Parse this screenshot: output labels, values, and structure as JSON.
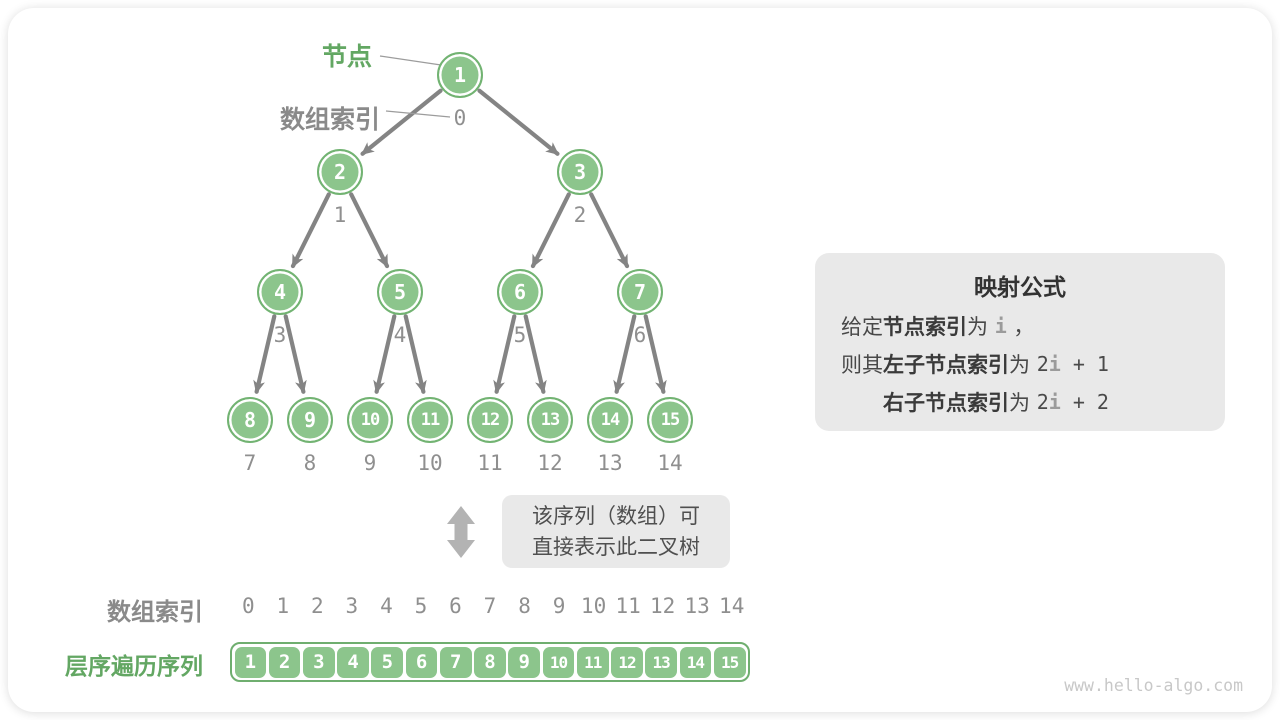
{
  "labels": {
    "node": "节点",
    "array_index": "数组索引",
    "bottom_array_index": "数组索引",
    "sequence": "层序遍历序列"
  },
  "tree": {
    "values": [
      1,
      2,
      3,
      4,
      5,
      6,
      7,
      8,
      9,
      10,
      11,
      12,
      13,
      14,
      15
    ],
    "indices": [
      0,
      1,
      2,
      3,
      4,
      5,
      6,
      7,
      8,
      9,
      10,
      11,
      12,
      13,
      14
    ]
  },
  "formula": {
    "title": "映射公式",
    "lines": [
      [
        {
          "t": "给定",
          "s": "n"
        },
        {
          "t": "节点索引",
          "s": "b"
        },
        {
          "t": "为 ",
          "s": "n"
        },
        {
          "t": "i",
          "s": "mg"
        },
        {
          "t": " ，",
          "s": "n"
        }
      ],
      [
        {
          "t": "则其",
          "s": "n"
        },
        {
          "t": "左子节点索引",
          "s": "b"
        },
        {
          "t": "为 ",
          "s": "n"
        },
        {
          "t": "2",
          "s": "md"
        },
        {
          "t": "i",
          "s": "mg"
        },
        {
          "t": " + 1",
          "s": "md"
        }
      ],
      [
        {
          "t": "右子节点索引",
          "s": "b"
        },
        {
          "t": "为 ",
          "s": "n"
        },
        {
          "t": "2",
          "s": "md"
        },
        {
          "t": "i",
          "s": "mg"
        },
        {
          "t": " + 2",
          "s": "md"
        }
      ]
    ]
  },
  "side_note": {
    "lines": [
      "该序列（数组）可",
      "直接表示此二叉树"
    ]
  },
  "bottom": {
    "indices": [
      0,
      1,
      2,
      3,
      4,
      5,
      6,
      7,
      8,
      9,
      10,
      11,
      12,
      13,
      14
    ],
    "values": [
      1,
      2,
      3,
      4,
      5,
      6,
      7,
      8,
      9,
      10,
      11,
      12,
      13,
      14,
      15
    ]
  },
  "watermark": "www.hello-algo.com",
  "colors": {
    "node_green": "#8cc58c",
    "ring_green": "#72b372",
    "label_green": "#63a763",
    "container_border_green": "#6fae6f",
    "arrow_gray": "#848484",
    "index_gray": "#8f8f8f",
    "box_gray": "#e9e9e9",
    "double_arrow_gray": "#b3b3b3",
    "pointer_line_gray": "#9c9c9c"
  }
}
